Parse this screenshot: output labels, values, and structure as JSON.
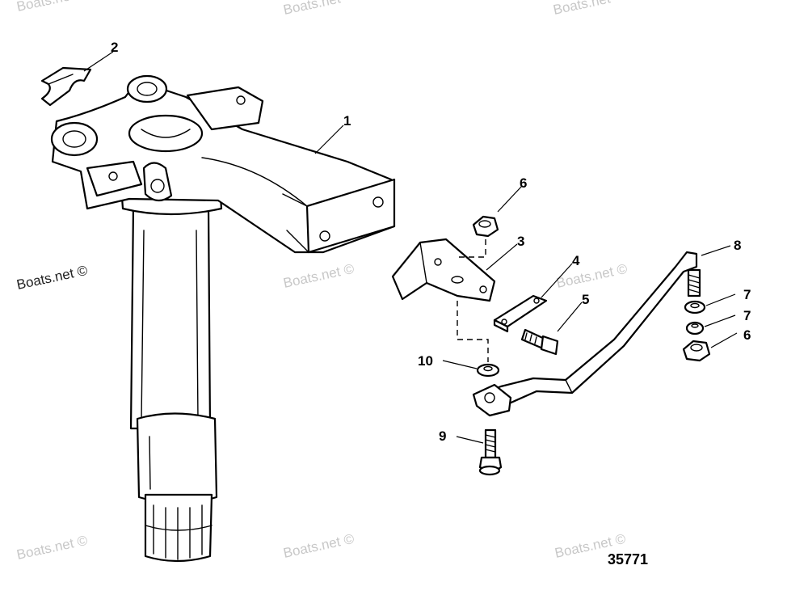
{
  "watermarks": [
    "Boats.net",
    "Boats.net",
    "Boats.net",
    "Boats.net ©",
    "Boats.net ©",
    "Boats.net ©",
    "Boats.net ©",
    "Boats.net ©",
    "Boats.net ©"
  ],
  "diagram_number": "35771",
  "callouts": [
    "1",
    "2",
    "3",
    "4",
    "5",
    "6",
    "6",
    "7",
    "7",
    "8",
    "9",
    "10"
  ]
}
